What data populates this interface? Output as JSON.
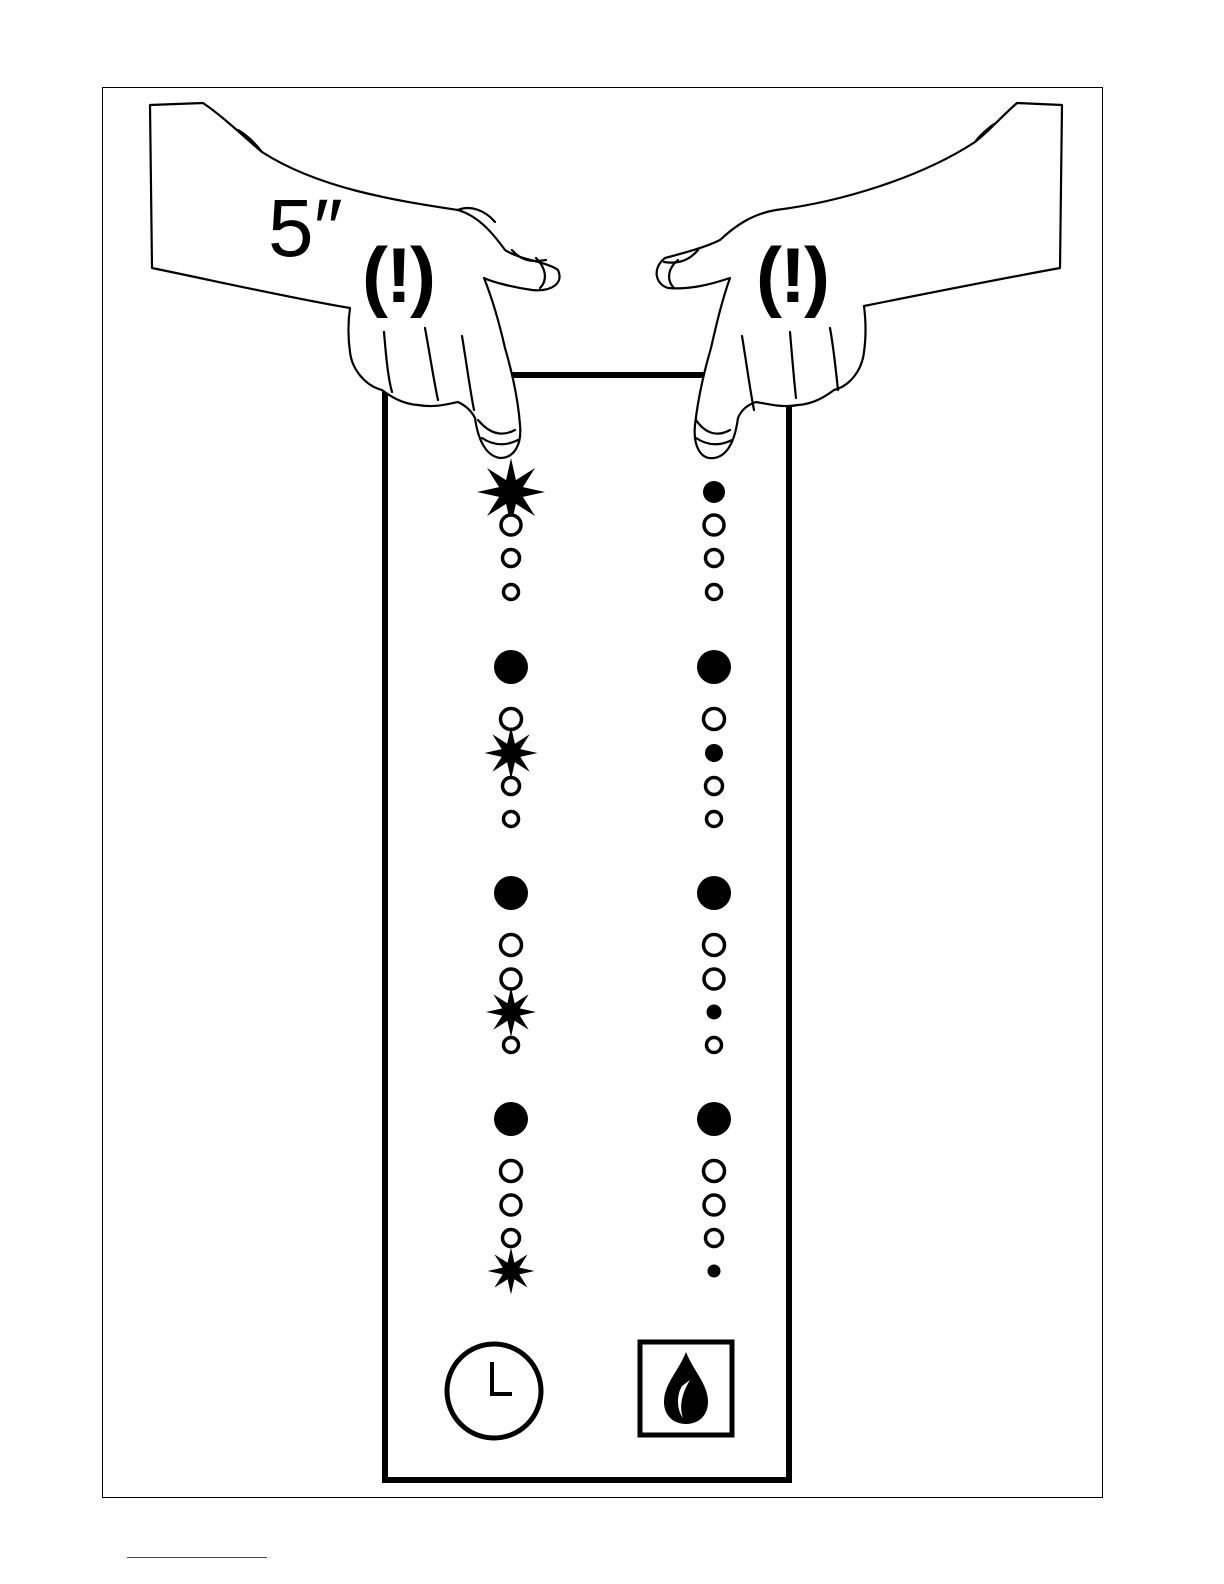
{
  "instruction": {
    "hold_time": "5″",
    "caution_mark": "(!)"
  },
  "panel": {
    "left_column_icon": "clock-icon",
    "right_column_icon": "water-drop-icon",
    "left_column_states": [
      [
        "flashing",
        "empty",
        "empty",
        "empty"
      ],
      [
        "solid",
        "empty",
        "flashing",
        "empty",
        "empty"
      ],
      [
        "solid",
        "empty",
        "empty",
        "flashing",
        "empty"
      ],
      [
        "solid",
        "empty",
        "empty",
        "empty",
        "flashing"
      ]
    ],
    "right_column_states": [
      [
        "solid",
        "empty",
        "empty",
        "empty"
      ],
      [
        "solid",
        "empty",
        "solid",
        "empty",
        "empty"
      ],
      [
        "solid",
        "empty",
        "empty",
        "solid",
        "empty"
      ],
      [
        "solid",
        "empty",
        "empty",
        "empty",
        "solid"
      ]
    ]
  },
  "colors": {
    "ink": "#000000",
    "paper": "#ffffff",
    "footer_rule": "#3a3aff"
  }
}
